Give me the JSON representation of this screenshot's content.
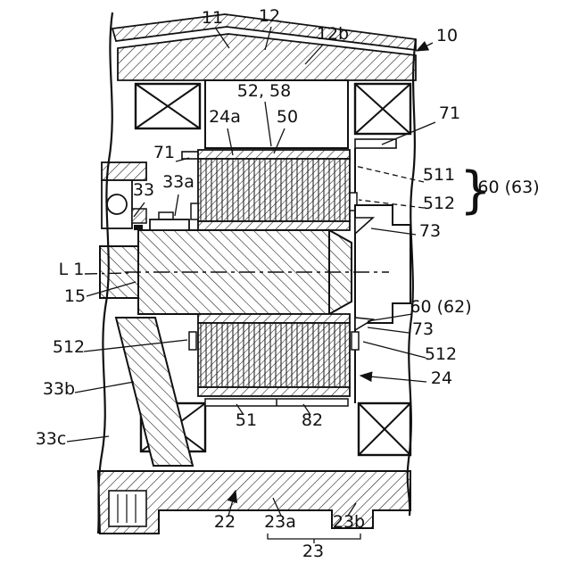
{
  "figure": {
    "type": "patent-cross-section",
    "colors": {
      "ink": "#111111",
      "paper": "#ffffff"
    },
    "labels": {
      "n10": "10",
      "n11": "11",
      "n12": "12",
      "n12b": "12b",
      "n52_58": "52, 58",
      "n24a": "24a",
      "n50": "50",
      "n71_right": "71",
      "n71_left": "71",
      "n511": "511",
      "n60_63": "60 (63)",
      "n512_right_upper": "512",
      "n33": "33",
      "n33a": "33a",
      "n73_upper": "73",
      "nL1": "L 1",
      "n15": "15",
      "n60_62": "60 (62)",
      "n73_lower": "73",
      "n512_left": "512",
      "n512_right_lower": "512",
      "n24": "24",
      "n33b": "33b",
      "n51": "51",
      "n82": "82",
      "n33c": "33c",
      "n22": "22",
      "n23a": "23a",
      "n23b": "23b",
      "n23": "23",
      "brace": "}"
    }
  }
}
